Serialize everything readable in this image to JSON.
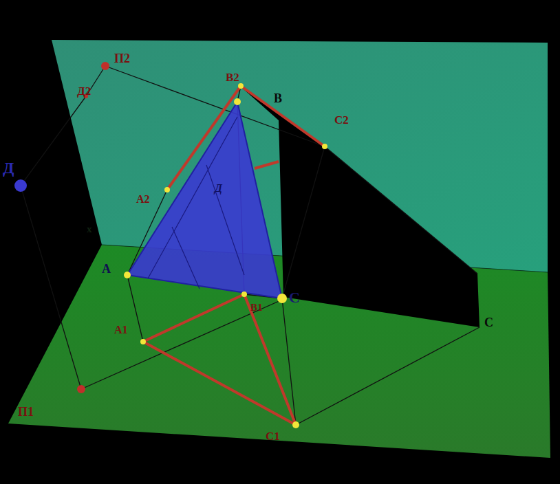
{
  "diagram": {
    "labels": [
      "П2",
      "Д2",
      "Д",
      "x",
      "A",
      "A2",
      "B2",
      "B",
      "C2",
      "C",
      "B1",
      "A1",
      "C1",
      "C",
      "П1",
      "Д"
    ]
  }
}
